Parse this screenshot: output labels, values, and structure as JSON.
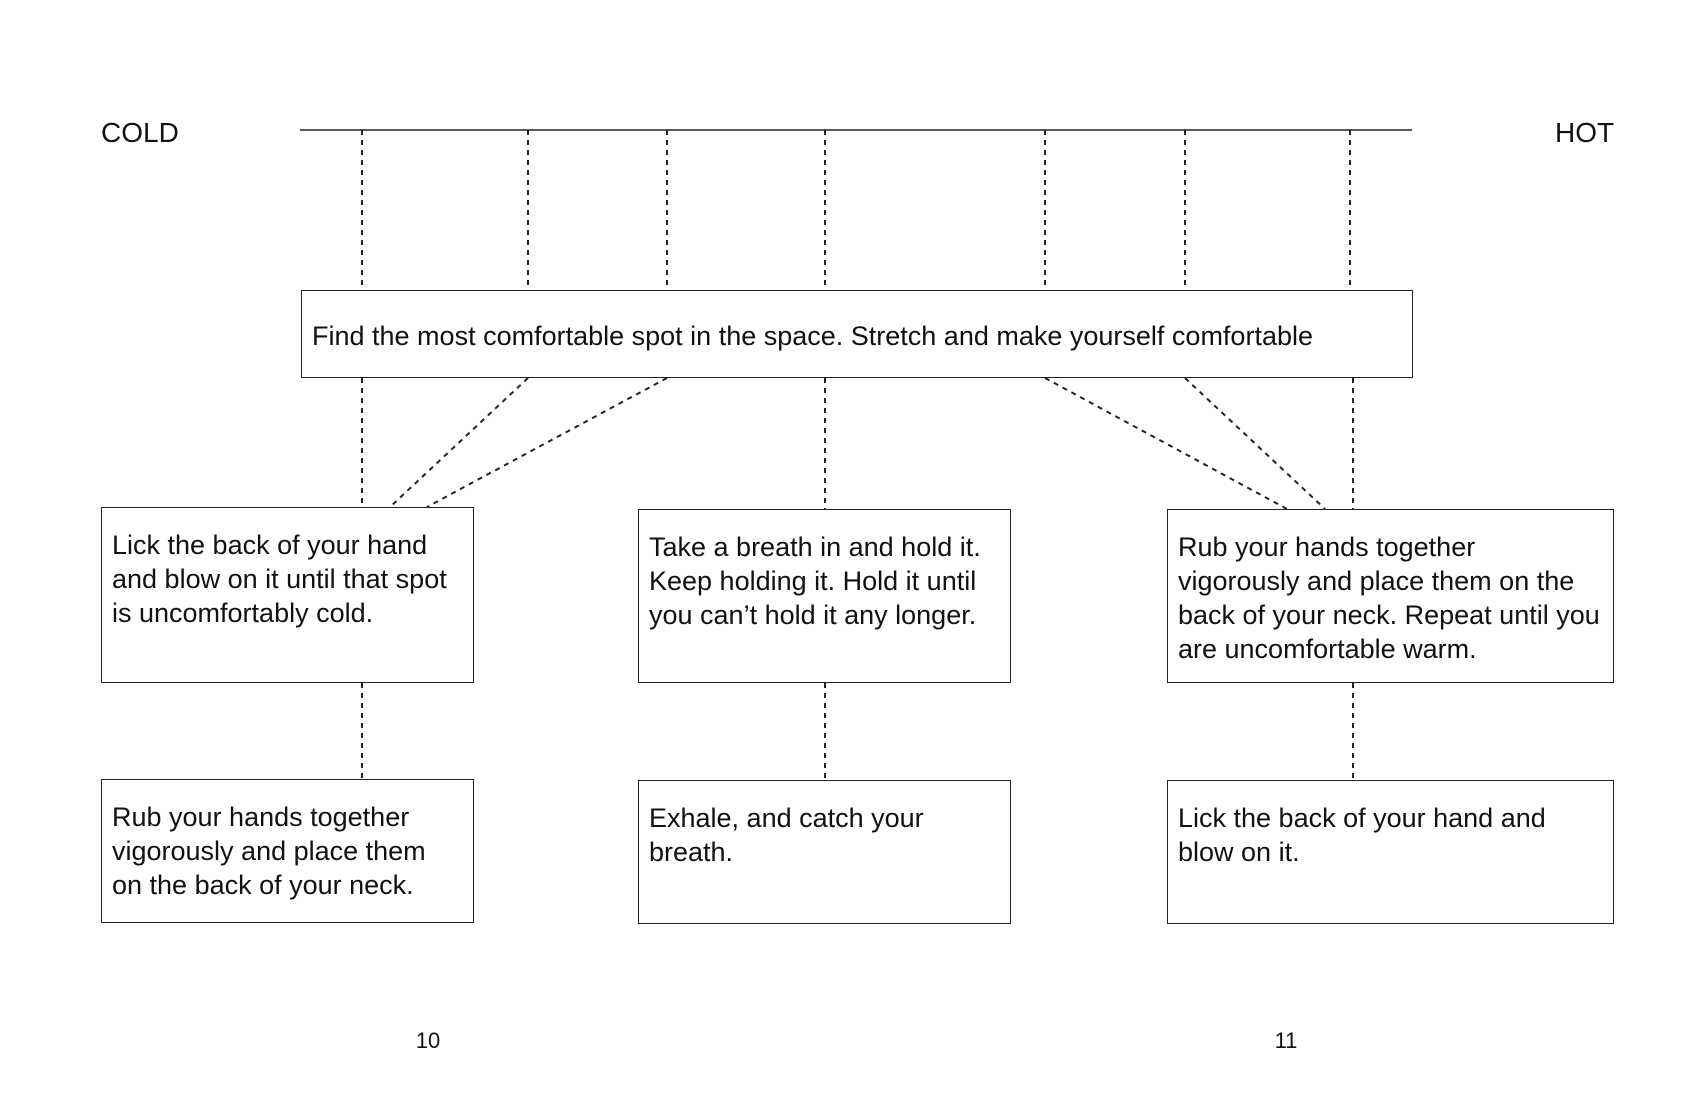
{
  "scale": {
    "left_label": "COLD",
    "right_label": "HOT"
  },
  "start": {
    "text": "Find the most comfortable spot in the space. Stretch and make yourself comfortable"
  },
  "cold_path": {
    "step_1": "Lick the back of your hand and blow on it until that spot is uncomfortably cold.",
    "step_2": "Rub your hands together vigorously and place them on the back of your neck."
  },
  "middle_path": {
    "step_1": "Take a breath in and hold it. Keep holding it. Hold it until you can’t hold it any longer.",
    "step_2": "Exhale, and catch your breath."
  },
  "hot_path": {
    "step_1": "Rub your hands together vigorously and place them on the back of your neck. Repeat until you are uncomfortable warm.",
    "step_2": "Lick the back of your hand and blow on it."
  },
  "page_numbers": {
    "left": "10",
    "right": "11"
  }
}
